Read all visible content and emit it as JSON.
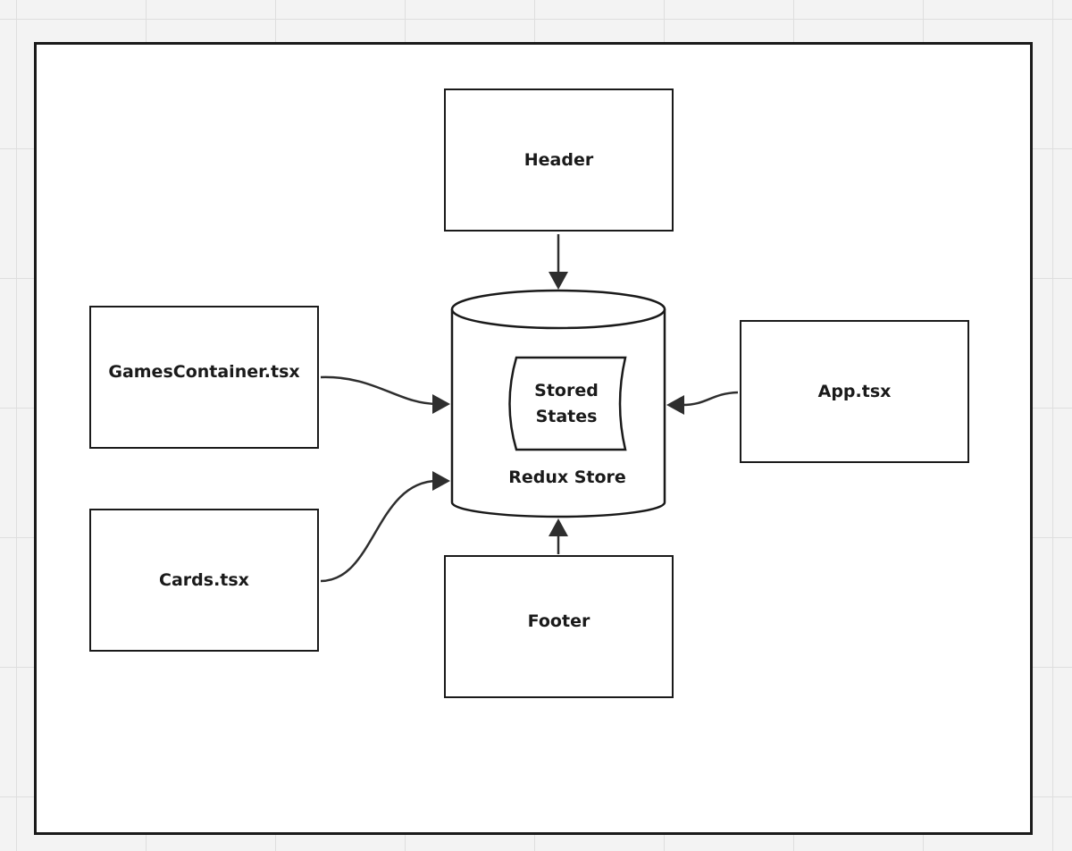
{
  "diagram": {
    "nodes": {
      "header": "Header",
      "footer": "Footer",
      "games_container": "GamesContainer.tsx",
      "cards": "Cards.tsx",
      "app": "App.tsx",
      "redux_store": "Redux Store",
      "stored_states": "Stored\nStates"
    },
    "edges": [
      {
        "from": "Header",
        "to": "Redux Store"
      },
      {
        "from": "GamesContainer.tsx",
        "to": "Redux Store"
      },
      {
        "from": "Cards.tsx",
        "to": "Redux Store"
      },
      {
        "from": "App.tsx",
        "to": "Redux Store"
      },
      {
        "from": "Footer",
        "to": "Redux Store"
      }
    ]
  }
}
